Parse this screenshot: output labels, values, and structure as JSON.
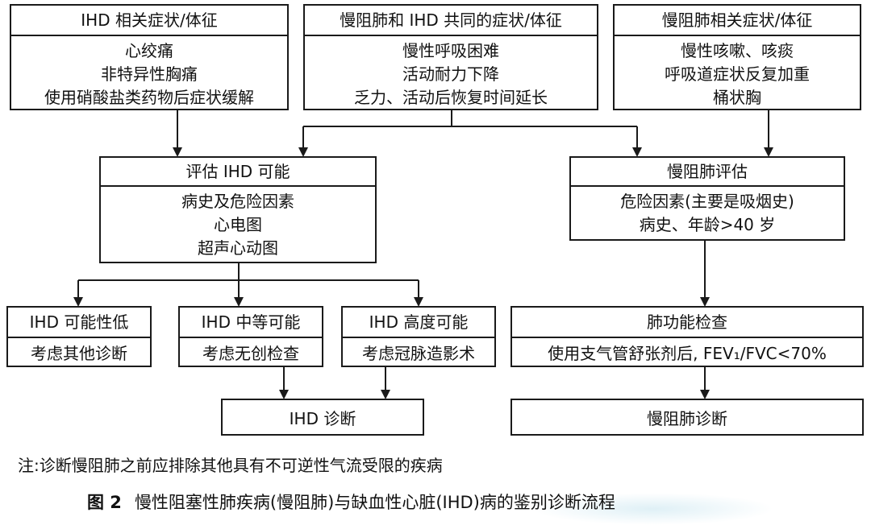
{
  "diagram": {
    "ihd_symptoms": {
      "title": "IHD 相关症状/体征",
      "items": [
        "心绞痛",
        "非特异性胸痛",
        "使用硝酸盐类药物后症状缓解"
      ]
    },
    "common_symptoms": {
      "title": "慢阻肺和 IHD 共同的症状/体征",
      "items": [
        "慢性呼吸困难",
        "活动耐力下降",
        "乏力、活动后恢复时间延长"
      ]
    },
    "copd_symptoms": {
      "title": "慢阻肺相关症状/体征",
      "items": [
        "慢性咳嗽、咳痰",
        "呼吸道症状反复加重",
        "桶状胸"
      ]
    },
    "assess_ihd": {
      "title": "评估 IHD 可能",
      "items": [
        "病史及危险因素",
        "心电图",
        "超声心动图"
      ]
    },
    "copd_assess": {
      "title": "慢阻肺评估",
      "items": [
        "危险因素(主要是吸烟史)",
        "病史、年龄>40 岁"
      ]
    },
    "ihd_low": {
      "title": "IHD 可能性低",
      "item": "考虑其他诊断"
    },
    "ihd_mid": {
      "title": "IHD 中等可能",
      "item": "考虑无创检查"
    },
    "ihd_high": {
      "title": "IHD 高度可能",
      "item": "考虑冠脉造影术"
    },
    "lung_function": {
      "title": "肺功能检查",
      "item": "使用支气管舒张剂后, FEV₁/FVC<70%"
    },
    "ihd_diagnosis": {
      "label": "IHD 诊断"
    },
    "copd_diagnosis": {
      "label": "慢阻肺诊断"
    }
  },
  "note": "注:诊断慢阻肺之前应排除其他具有不可逆性气流受限的疾病",
  "caption": {
    "label": "图 2",
    "text": "慢性阻塞性肺疾病(慢阻肺)与缺血性心脏(IHD)病的鉴别诊断流程"
  }
}
